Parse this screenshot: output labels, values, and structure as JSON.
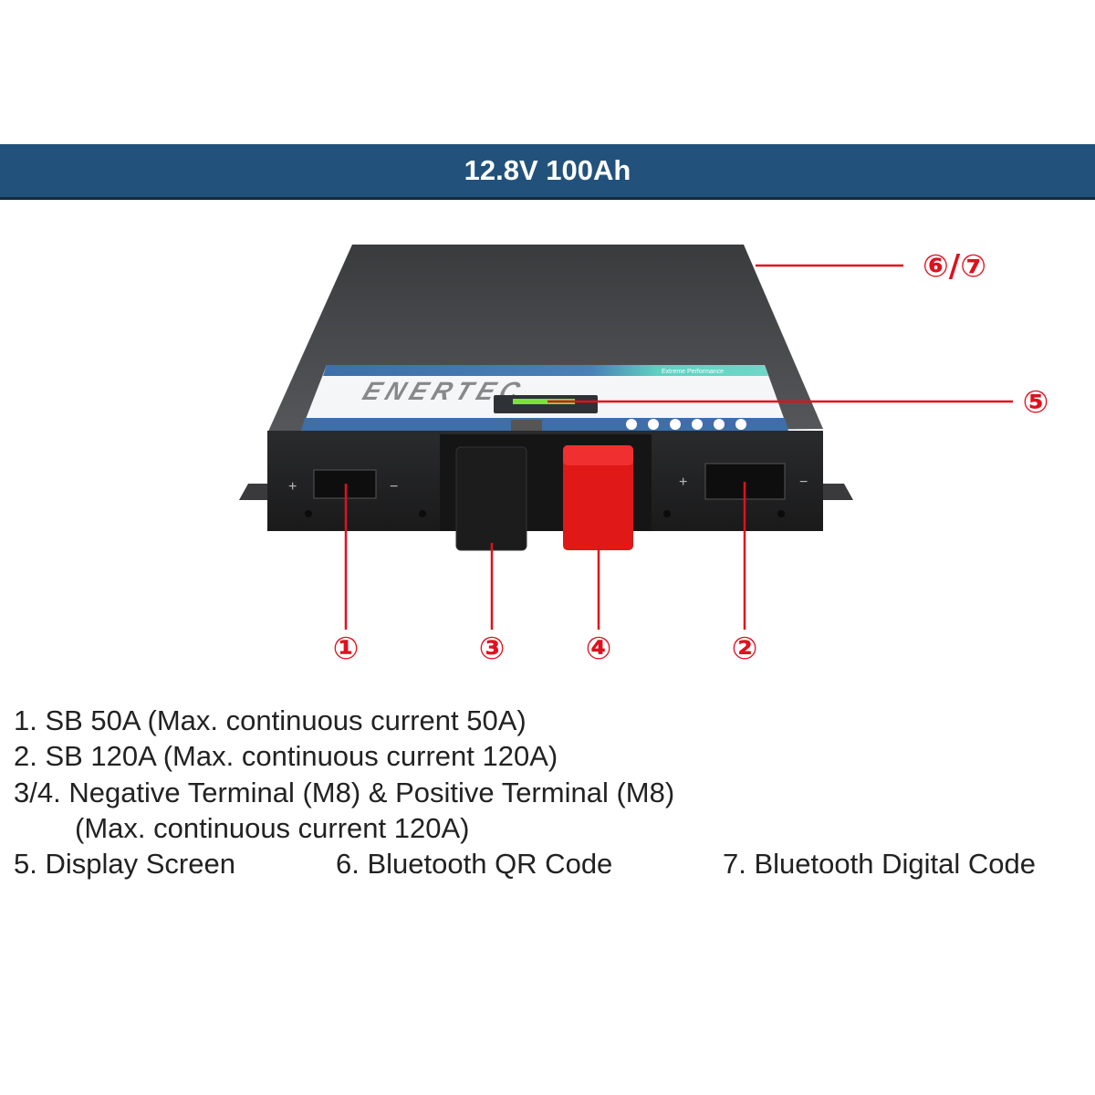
{
  "header": {
    "title": "12.8V 100Ah"
  },
  "product": {
    "logo_text": "ENERTEC",
    "label_slogan": "Extreme Performance"
  },
  "callouts": {
    "c1": "①",
    "c2": "②",
    "c3": "③",
    "c4": "④",
    "c5": "⑤",
    "c67": "⑥/⑦"
  },
  "terminal_signs": {
    "plus": "+",
    "minus": "−"
  },
  "legend": {
    "item1": "1. SB 50A (Max. continuous current 50A)",
    "item2": "2. SB 120A (Max. continuous current 120A)",
    "item34": "3/4. Negative Terminal (M8) & Positive Terminal (M8)",
    "item34_note": "(Max. continuous current 120A)",
    "item5": "5. Display Screen",
    "item6": "6. Bluetooth QR Code",
    "item7": "7. Bluetooth Digital Code"
  },
  "colors": {
    "banner": "#22527c",
    "callout": "#e0101e",
    "positive": "#e01818"
  }
}
